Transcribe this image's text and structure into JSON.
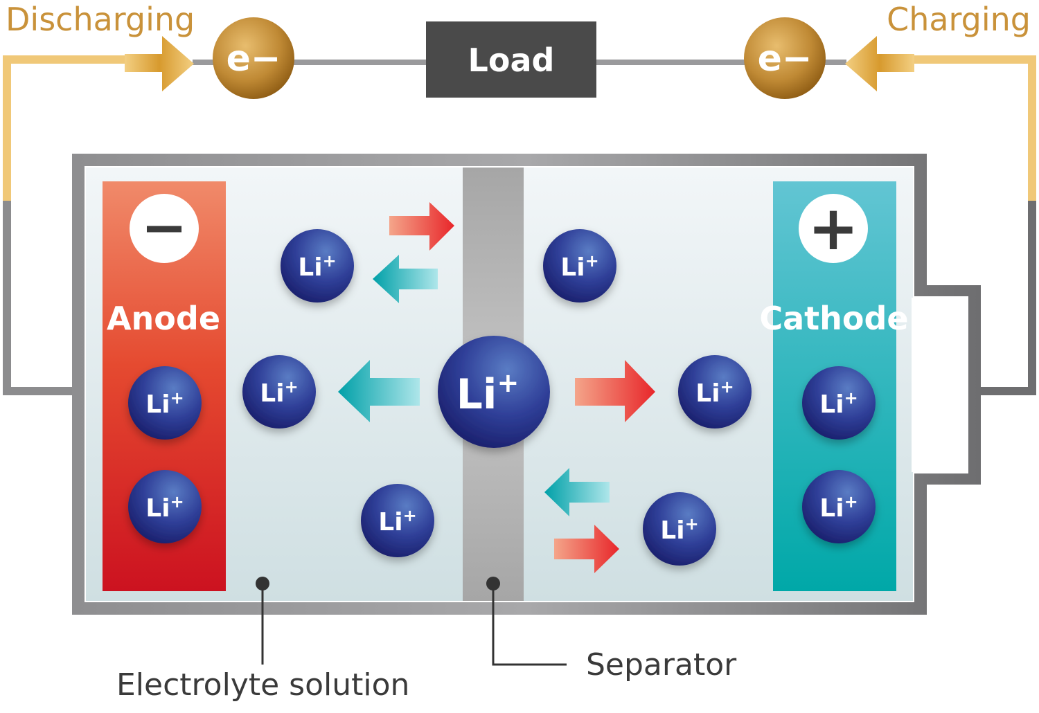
{
  "labels": {
    "discharging": "Discharging",
    "charging": "Charging",
    "load": "Load",
    "electron": "e−",
    "anode": "Anode",
    "cathode": "Cathode",
    "minus_sign": "−",
    "plus_sign": "+",
    "electrolyte": "Electrolyte solution",
    "separator": "Separator",
    "ion_base": "Li",
    "ion_charge": "+"
  },
  "colors": {
    "gold": "#f0c060",
    "electron_dark": "#9a6418",
    "electron_light": "#e2b463",
    "load_box": "#4a4a4a",
    "wire": "#8c8c8e",
    "anode_top": "#f08a6a",
    "anode_bottom": "#cc1220",
    "cathode_top": "#62c5d3",
    "cathode_bottom": "#00a8a8",
    "ion_dark": "#1c2270",
    "ion_light": "#5577c0",
    "arrow_red": "#e8262a",
    "arrow_teal": "#00a7b0",
    "label_text": "#3a3a3a"
  }
}
